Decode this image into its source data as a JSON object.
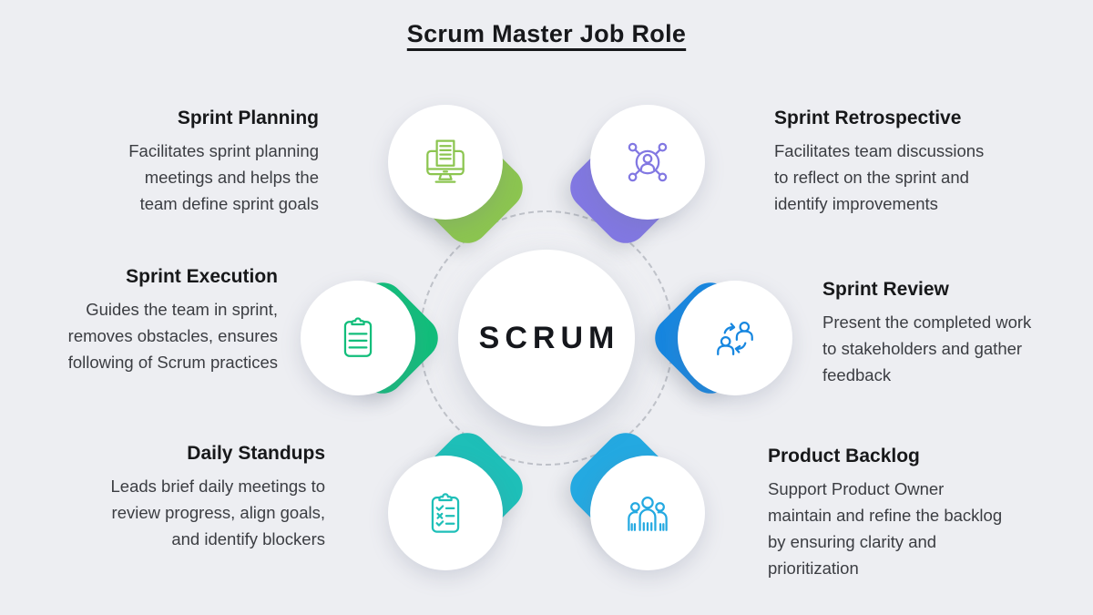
{
  "title": "Scrum Master Job Role",
  "center_label": "SCRUM",
  "colors": {
    "background": "#edeef2",
    "dashed_ring": "#bfc2c9",
    "heading_text": "#17181a",
    "body_text": "#3b3d42"
  },
  "sections": [
    {
      "title": "Sprint Planning",
      "description": "Facilitates sprint planning\nmeetings and helps the\nteam define sprint goals",
      "color": "#8cc550",
      "icon": "monitor-document-icon",
      "position": "top-left"
    },
    {
      "title": "Sprint Retrospective",
      "description": "Facilitates team discussions\nto reflect on the sprint and\nidentify improvements",
      "color": "#8278e2",
      "icon": "network-person-icon",
      "position": "top-right"
    },
    {
      "title": "Sprint Execution",
      "description": "Guides the team in sprint,\nremoves obstacles, ensures\nfollowing of Scrum practices",
      "color": "#12be7b",
      "icon": "clipboard-icon",
      "position": "left"
    },
    {
      "title": "Sprint Review",
      "description": "Present the completed work\nto stakeholders and gather\nfeedback",
      "color": "#1787e0",
      "icon": "people-exchange-icon",
      "position": "right"
    },
    {
      "title": "Daily Standups",
      "description": "Leads brief daily meetings to\nreview progress, align goals,\nand identify blockers",
      "color": "#1ebfb8",
      "icon": "checklist-icon",
      "position": "bottom-left"
    },
    {
      "title": "Product Backlog",
      "description": "Support Product Owner\nmaintain and refine the backlog\nby ensuring clarity and\nprioritization",
      "color": "#24a9e1",
      "icon": "team-icon",
      "position": "bottom-right"
    }
  ]
}
